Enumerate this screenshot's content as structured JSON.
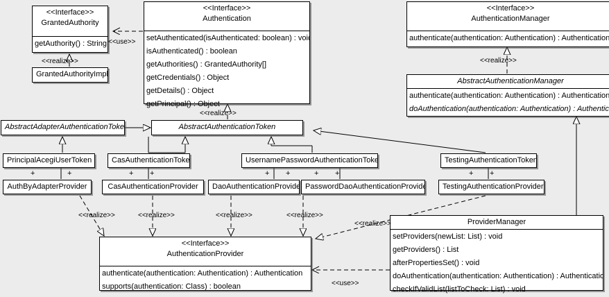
{
  "diagram": {
    "kind": "uml-class-diagram",
    "background": "#ececec",
    "line_color": "#000000",
    "node_fill": "#ffffff",
    "stereotype_interface": "<<Interface>>",
    "labels": {
      "use": "<<use>>",
      "realize": "<<realize>>",
      "plus": "+"
    }
  },
  "classes": {
    "granted_authority": {
      "stereotype": "<<Interface>>",
      "name": "GrantedAuthority",
      "operations": [
        "getAuthority() : String"
      ]
    },
    "granted_authority_impl": {
      "name": "GrantedAuthorityImpl"
    },
    "authentication": {
      "stereotype": "<<Interface>>",
      "name": "Authentication",
      "operations": [
        "setAuthenticated(isAuthenticated: boolean) : void",
        "isAuthenticated() : boolean",
        "getAuthorities() : GrantedAuthority[]",
        "getCredentials() : Object",
        "getDetails() : Object",
        "getPrincipal() : Object"
      ]
    },
    "authentication_manager": {
      "stereotype": "<<Interface>>",
      "name": "AuthenticationManager",
      "operations": [
        "authenticate(authentication: Authentication) : Authentication"
      ]
    },
    "abstract_authentication_manager": {
      "name": "AbstractAuthenticationManager",
      "operations": [
        "authenticate(authentication: Authentication) : Authentication",
        "doAuthentication(authentication: Authentication) : Authentication"
      ]
    },
    "abstract_adapter_authentication_token": {
      "name": "AbstractAdapterAuthenticationToken"
    },
    "abstract_authentication_token": {
      "name": "AbstractAuthenticationToken"
    },
    "principal_acegi_user_token": {
      "name": "PrincipalAcegiUserToken"
    },
    "cas_authentication_token": {
      "name": "CasAuthenticationToken"
    },
    "username_password_authentication_token": {
      "name": "UsernamePasswordAuthenticationToken"
    },
    "testing_authentication_token": {
      "name": "TestingAuthenticationToken"
    },
    "auth_by_adapter_provider": {
      "name": "AuthByAdapterProvider"
    },
    "cas_authentication_provider": {
      "name": "CasAuthenticationProvider"
    },
    "dao_authentication_provider": {
      "name": "DaoAuthenticationProvider"
    },
    "password_dao_authentication_provider": {
      "name": "PasswordDaoAuthenticationProvider"
    },
    "testing_authentication_provider": {
      "name": "TestingAuthenticationProvider"
    },
    "authentication_provider": {
      "stereotype": "<<Interface>>",
      "name": "AuthenticationProvider",
      "operations": [
        "authenticate(authentication: Authentication) : Authentication",
        "supports(authentication: Class) : boolean"
      ]
    },
    "provider_manager": {
      "name": "ProviderManager",
      "operations": [
        "setProviders(newList: List) : void",
        "getProviders() : List",
        "afterPropertiesSet() : void",
        "doAuthentication(authentication: Authentication) : Authentication",
        "checkIfValidList(listToCheck: List) : void"
      ]
    }
  },
  "edge_labels": {
    "use_authentication_grantedauthority": "<<use>>",
    "realize_grantedauthorityimpl": "<<realize>>",
    "realize_abstractauthenticationtoken": "<<realize>>",
    "realize_abstractauthenticationmanager": "<<realize>>",
    "realize_authbyadapter": "<<realize>>",
    "realize_cas": "<<realize>>",
    "realize_dao": "<<realize>>",
    "realize_passworddao": "<<realize>>",
    "realize_testing": "<<realize>>",
    "use_providermanager_authenticationprovider": "<<use>>"
  },
  "association_markers": [
    {
      "label": "+"
    },
    {
      "label": "+"
    },
    {
      "label": "+"
    },
    {
      "label": "+"
    },
    {
      "label": "+"
    },
    {
      "label": "+"
    },
    {
      "label": "+"
    },
    {
      "label": "+"
    },
    {
      "label": "+"
    },
    {
      "label": "+"
    }
  ]
}
